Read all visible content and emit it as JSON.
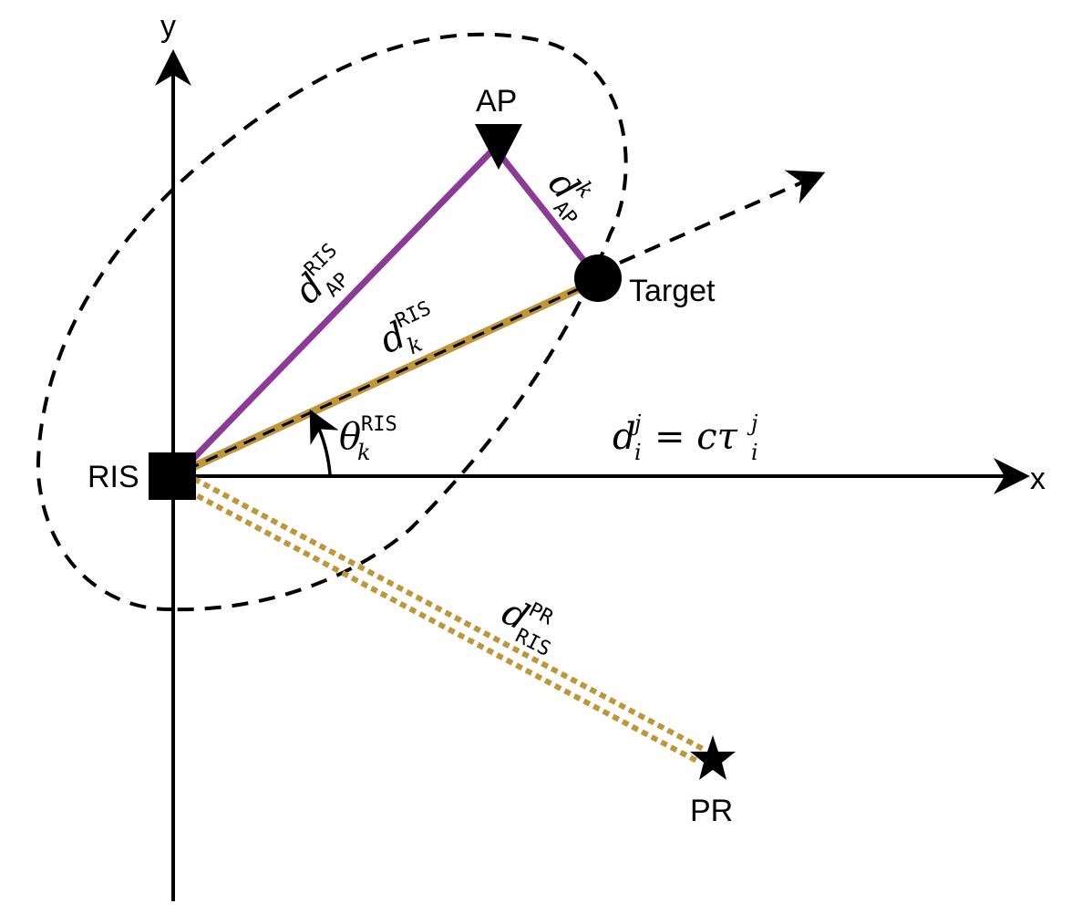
{
  "axes": {
    "x_label": "x",
    "y_label": "y"
  },
  "nodes": {
    "ris": "RIS",
    "ap": "AP",
    "target": "Target",
    "pr": "PR"
  },
  "equation": {
    "lhs": "d",
    "sup": "j",
    "sub": "i",
    "eq": "= cτ",
    "rhs_sup": "j",
    "rhs_sub": "i"
  },
  "labels": {
    "d_ap_ris": {
      "base": "d",
      "sup": "RIS",
      "sub": "AP"
    },
    "d_ap_k": {
      "base": "d",
      "sup": "k",
      "sub": "AP"
    },
    "d_k_ris": {
      "base": "d",
      "sup": "RIS",
      "sub": "k"
    },
    "theta": {
      "base": "θ",
      "sup": "RIS",
      "sub": "k"
    },
    "d_ris_pr": {
      "base": "d",
      "sup": "PR",
      "sub": "RIS"
    }
  },
  "colors": {
    "ap_links": "#8b3a96",
    "ris_links": "#bf9638",
    "ink": "#000000"
  }
}
